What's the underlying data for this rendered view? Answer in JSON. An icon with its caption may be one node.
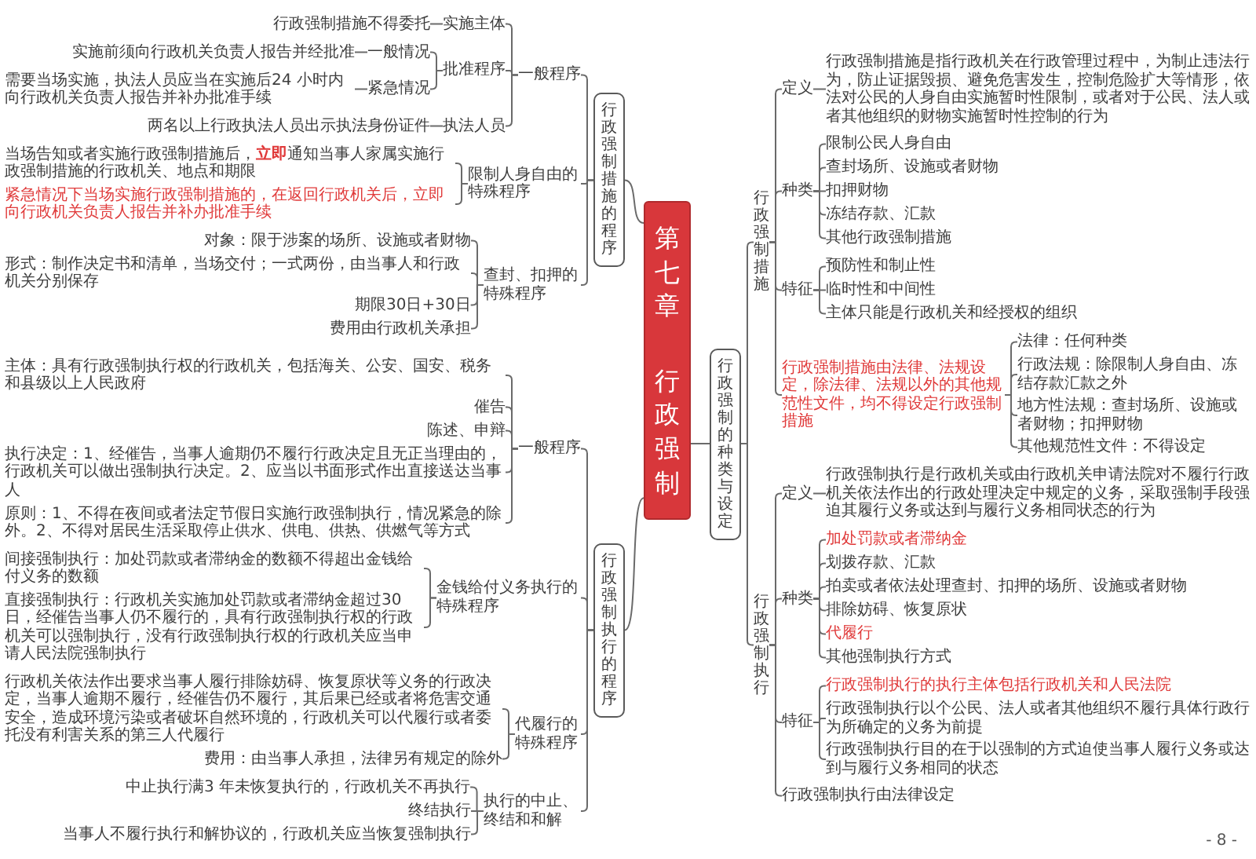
{
  "diagram": {
    "nodes": [
      {
        "text": [
          "第七章",
          "行政强制"
        ]
      },
      {
        "text": [
          "行政强制措施的程序"
        ]
      },
      {
        "text": [
          "一般程序"
        ]
      },
      {
        "text": [
          "实施主体"
        ]
      },
      {
        "text": [
          "行政强制措施不得委托"
        ]
      },
      {
        "text": [
          "批准程序"
        ]
      },
      {
        "text": [
          "一般情况"
        ]
      },
      {
        "text": [
          "实施前须向行政机关负责人报告并经批准"
        ]
      },
      {
        "text": [
          "紧急情况"
        ]
      },
      {
        "text": [
          "需要当场实施，执法人员应当在实施后24 小时内向行政机关负责人报告并补办批准手续"
        ]
      },
      {
        "text": [
          "执法人员"
        ]
      },
      {
        "text": [
          "两名以上行政执法人员出示执法身份证件"
        ]
      },
      {
        "text": [
          "限制人身自由的特殊程序"
        ]
      },
      {
        "text": [
          "当场告知或者实施行政强制措施后，**立即**通知当事人家属实施行政强制措施的行政机关、地点和期限"
        ]
      },
      {
        "text": [
          "紧急情况下当场实施行政强制措施的，在返回行政机关后，立即向行政机关负责人报告并补办批准手续"
        ]
      },
      {
        "text": [
          "查封、扣押的特殊程序"
        ]
      },
      {
        "text": [
          "对象：限于涉案的场所、设施或者财物"
        ]
      },
      {
        "text": [
          "形式：制作决定书和清单，当场交付；一式两份，由当事人和行政机关分别保存"
        ]
      },
      {
        "text": [
          "期限30日+30日"
        ]
      },
      {
        "text": [
          "费用由行政机关承担"
        ]
      },
      {
        "text": [
          "行政强制执行的程序"
        ]
      },
      {
        "text": [
          "一般程序"
        ]
      },
      {
        "text": [
          "主体：具有行政强制执行权的行政机关，包括海关、公安、国安、税务和县级以上人民政府"
        ]
      },
      {
        "text": [
          "催告"
        ]
      },
      {
        "text": [
          "陈述、申辩"
        ]
      },
      {
        "text": [
          "执行决定：1、经催告，当事人逾期仍不履行行政决定且无正当理由的，行政机关可以做出强制执行决定。2、应当以书面形式作出直接送达当事人"
        ]
      },
      {
        "text": [
          "原则：1、不得在夜间或者法定节假日实施行政强制执行，情况紧急的除外。2、不得对居民生活采取停止供水、供电、供热、供燃气等方式"
        ]
      },
      {
        "text": [
          "金钱给付义务执行的特殊程序"
        ]
      },
      {
        "text": [
          "间接强制执行：加处罚款或者滞纳金的数额不得超出金钱给付义务的数额"
        ]
      },
      {
        "text": [
          "直接强制执行：行政机关实施加处罚款或者滞纳金超过30日，经催告当事人仍不履行的，具有行政强制执行权的行政机关可以强制执行，没有行政强制执行权的行政机关应当申请人民法院强制执行"
        ]
      },
      {
        "text": [
          "代履行的特殊程序"
        ]
      },
      {
        "text": [
          "行政机关依法作出要求当事人履行排除妨碍、恢复原状等义务的行政决定，当事人逾期不履行，经催告仍不履行，其后果已经或者将危害交通安全，造成环境污染或者破坏自然环境的，行政机关可以代履行或者委托没有利害关系的第三人代履行"
        ]
      },
      {
        "text": [
          "费用：由当事人承担，法律另有规定的除外"
        ]
      },
      {
        "text": [
          "执行的中止、终结和和解"
        ]
      },
      {
        "text": [
          "中止执行满3 年未恢复执行的，行政机关不再执行"
        ]
      },
      {
        "text": [
          "终结执行"
        ]
      },
      {
        "text": [
          "当事人不履行执行和解协议的，行政机关应当恢复强制执行"
        ]
      },
      {
        "text": [
          "行政强制的种类与设定"
        ]
      },
      {
        "text": [
          "行政强制措施"
        ]
      },
      {
        "text": [
          "定义"
        ]
      },
      {
        "text": [
          "行政强制措施是指行政机关在行政管理过程中，为制止违法行为，防止证据毁损、避免危害发生，控制危险扩大等情形，依法对公民的人身自由实施暂时性限制，或者对于公民、法人或者其他组织的财物实施暂时性控制的行为"
        ]
      },
      {
        "text": [
          "种类"
        ]
      },
      {
        "text": [
          "限制公民人身自由"
        ]
      },
      {
        "text": [
          "查封场所、设施或者财物"
        ]
      },
      {
        "text": [
          "扣押财物"
        ]
      },
      {
        "text": [
          "冻结存款、汇款"
        ]
      },
      {
        "text": [
          "其他行政强制措施"
        ]
      },
      {
        "text": [
          "特征"
        ]
      },
      {
        "text": [
          "预防性和制止性"
        ]
      },
      {
        "text": [
          "临时性和中间性"
        ]
      },
      {
        "text": [
          "主体只能是行政机关和经授权的组织"
        ]
      },
      {
        "text": [
          "行政强制措施由法律、法规设定，除法律、法规以外的其他规范性文件，均不得设定行政强制措施"
        ]
      },
      {
        "text": [
          "法律：任何种类"
        ]
      },
      {
        "text": [
          "行政法规：除限制人身自由、冻结存款汇款之外"
        ]
      },
      {
        "text": [
          "地方性法规：查封场所、设施或者财物；扣押财物"
        ]
      },
      {
        "text": [
          "其他规范性文件：不得设定"
        ]
      },
      {
        "text": [
          "行政强制执行"
        ]
      },
      {
        "text": [
          "定义"
        ]
      },
      {
        "text": [
          "行政强制执行是行政机关或由行政机关申请法院对不履行行政机关依法作出的行政处理决定中规定的义务，采取强制手段强迫其履行义务或达到与履行义务相同状态的行为"
        ]
      },
      {
        "text": [
          "种类"
        ]
      },
      {
        "text": [
          "加处罚款或者滞纳金"
        ]
      },
      {
        "text": [
          "划拨存款、汇款"
        ]
      },
      {
        "text": [
          "拍卖或者依法处理查封、扣押的场所、设施或者财物"
        ]
      },
      {
        "text": [
          "排除妨碍、恢复原状"
        ]
      },
      {
        "text": [
          "代履行"
        ]
      },
      {
        "text": [
          "其他强制执行方式"
        ]
      },
      {
        "text": [
          "特征"
        ]
      },
      {
        "text": [
          "行政强制执行的执行主体包括行政机关和人民法院"
        ]
      },
      {
        "text": [
          "行政强制执行以个公民、法人或者其他组织不履行具体行政行为所确定的义务为前提"
        ]
      },
      {
        "text": [
          "行政强制执行目的在于以强制的方式迫使当事人履行义务或达到与履行义务相同的状态"
        ]
      },
      {
        "text": [
          "行政强制执行由法律设定"
        ]
      }
    ],
    "edges": [
      {
        "from": 0,
        "to": 1,
        "arrow": "none"
      },
      {
        "from": 1,
        "to": 2,
        "arrow": "none"
      },
      {
        "from": 2,
        "to": 3,
        "arrow": "none"
      },
      {
        "from": 3,
        "to": 4,
        "arrow": "none"
      },
      {
        "from": 2,
        "to": 5,
        "arrow": "none"
      },
      {
        "from": 5,
        "to": 6,
        "arrow": "none"
      },
      {
        "from": 6,
        "to": 7,
        "arrow": "none"
      },
      {
        "from": 5,
        "to": 8,
        "arrow": "none"
      },
      {
        "from": 8,
        "to": 9,
        "arrow": "none"
      },
      {
        "from": 2,
        "to": 10,
        "arrow": "none"
      },
      {
        "from": 10,
        "to": 11,
        "arrow": "none"
      },
      {
        "from": 1,
        "to": 12,
        "arrow": "none"
      },
      {
        "from": 12,
        "to": 13,
        "arrow": "none"
      },
      {
        "from": 12,
        "to": 14,
        "arrow": "none"
      },
      {
        "from": 1,
        "to": 15,
        "arrow": "none"
      },
      {
        "from": 15,
        "to": 16,
        "arrow": "none"
      },
      {
        "from": 15,
        "to": 17,
        "arrow": "none"
      },
      {
        "from": 15,
        "to": 18,
        "arrow": "none"
      },
      {
        "from": 15,
        "to": 19,
        "arrow": "none"
      },
      {
        "from": 0,
        "to": 20,
        "arrow": "none"
      },
      {
        "from": 20,
        "to": 21,
        "arrow": "none"
      },
      {
        "from": 21,
        "to": 22,
        "arrow": "none"
      },
      {
        "from": 21,
        "to": 23,
        "arrow": "none"
      },
      {
        "from": 21,
        "to": 24,
        "arrow": "none"
      },
      {
        "from": 21,
        "to": 25,
        "arrow": "none"
      },
      {
        "from": 21,
        "to": 26,
        "arrow": "none"
      },
      {
        "from": 20,
        "to": 27,
        "arrow": "none"
      },
      {
        "from": 27,
        "to": 28,
        "arrow": "none"
      },
      {
        "from": 27,
        "to": 29,
        "arrow": "none"
      },
      {
        "from": 20,
        "to": 30,
        "arrow": "none"
      },
      {
        "from": 30,
        "to": 31,
        "arrow": "none"
      },
      {
        "from": 30,
        "to": 32,
        "arrow": "none"
      },
      {
        "from": 20,
        "to": 33,
        "arrow": "none"
      },
      {
        "from": 33,
        "to": 34,
        "arrow": "none"
      },
      {
        "from": 33,
        "to": 35,
        "arrow": "none"
      },
      {
        "from": 33,
        "to": 36,
        "arrow": "none"
      },
      {
        "from": 0,
        "to": 37,
        "arrow": "none"
      },
      {
        "from": 37,
        "to": 38,
        "arrow": "none"
      },
      {
        "from": 38,
        "to": 39,
        "arrow": "none"
      },
      {
        "from": 39,
        "to": 40,
        "arrow": "none"
      },
      {
        "from": 38,
        "to": 41,
        "arrow": "none"
      },
      {
        "from": 41,
        "to": 42,
        "arrow": "none"
      },
      {
        "from": 41,
        "to": 43,
        "arrow": "none"
      },
      {
        "from": 41,
        "to": 44,
        "arrow": "none"
      },
      {
        "from": 41,
        "to": 45,
        "arrow": "none"
      },
      {
        "from": 41,
        "to": 46,
        "arrow": "none"
      },
      {
        "from": 38,
        "to": 47,
        "arrow": "none"
      },
      {
        "from": 47,
        "to": 48,
        "arrow": "none"
      },
      {
        "from": 47,
        "to": 49,
        "arrow": "none"
      },
      {
        "from": 47,
        "to": 50,
        "arrow": "none"
      },
      {
        "from": 38,
        "to": 51,
        "arrow": "none"
      },
      {
        "from": 51,
        "to": 52,
        "arrow": "none"
      },
      {
        "from": 51,
        "to": 53,
        "arrow": "none"
      },
      {
        "from": 51,
        "to": 54,
        "arrow": "none"
      },
      {
        "from": 51,
        "to": 55,
        "arrow": "none"
      },
      {
        "from": 37,
        "to": 56,
        "arrow": "none"
      },
      {
        "from": 56,
        "to": 57,
        "arrow": "none"
      },
      {
        "from": 57,
        "to": 58,
        "arrow": "none"
      },
      {
        "from": 56,
        "to": 59,
        "arrow": "none"
      },
      {
        "from": 59,
        "to": 60,
        "arrow": "none"
      },
      {
        "from": 59,
        "to": 61,
        "arrow": "none"
      },
      {
        "from": 59,
        "to": 62,
        "arrow": "none"
      },
      {
        "from": 59,
        "to": 63,
        "arrow": "none"
      },
      {
        "from": 59,
        "to": 64,
        "arrow": "none"
      },
      {
        "from": 59,
        "to": 65,
        "arrow": "none"
      },
      {
        "from": 56,
        "to": 66,
        "arrow": "none"
      },
      {
        "from": 66,
        "to": 67,
        "arrow": "none"
      },
      {
        "from": 66,
        "to": 68,
        "arrow": "none"
      },
      {
        "from": 66,
        "to": 69,
        "arrow": "none"
      },
      {
        "from": 56,
        "to": 70,
        "arrow": "none"
      }
    ],
    "labels": [
      "- 8 -"
    ]
  }
}
